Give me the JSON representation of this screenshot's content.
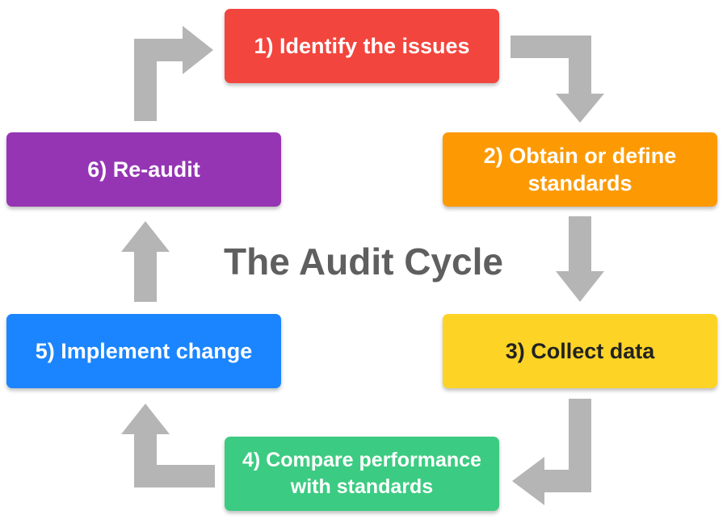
{
  "title": "The Audit Cycle",
  "steps": [
    {
      "label": "1) Identify the issues",
      "color": "#f2453d"
    },
    {
      "label": "2) Obtain or define standards",
      "color": "#fd9a03"
    },
    {
      "label": "3) Collect data",
      "color": "#fdd426"
    },
    {
      "label": "4) Compare performance with standards",
      "color": "#3ccb82"
    },
    {
      "label": "5) Implement change",
      "color": "#1a85ff"
    },
    {
      "label": "6) Re-audit",
      "color": "#9535b4"
    }
  ],
  "colors": {
    "arrow": "#b5b5b5",
    "title": "#5f5f5f"
  }
}
